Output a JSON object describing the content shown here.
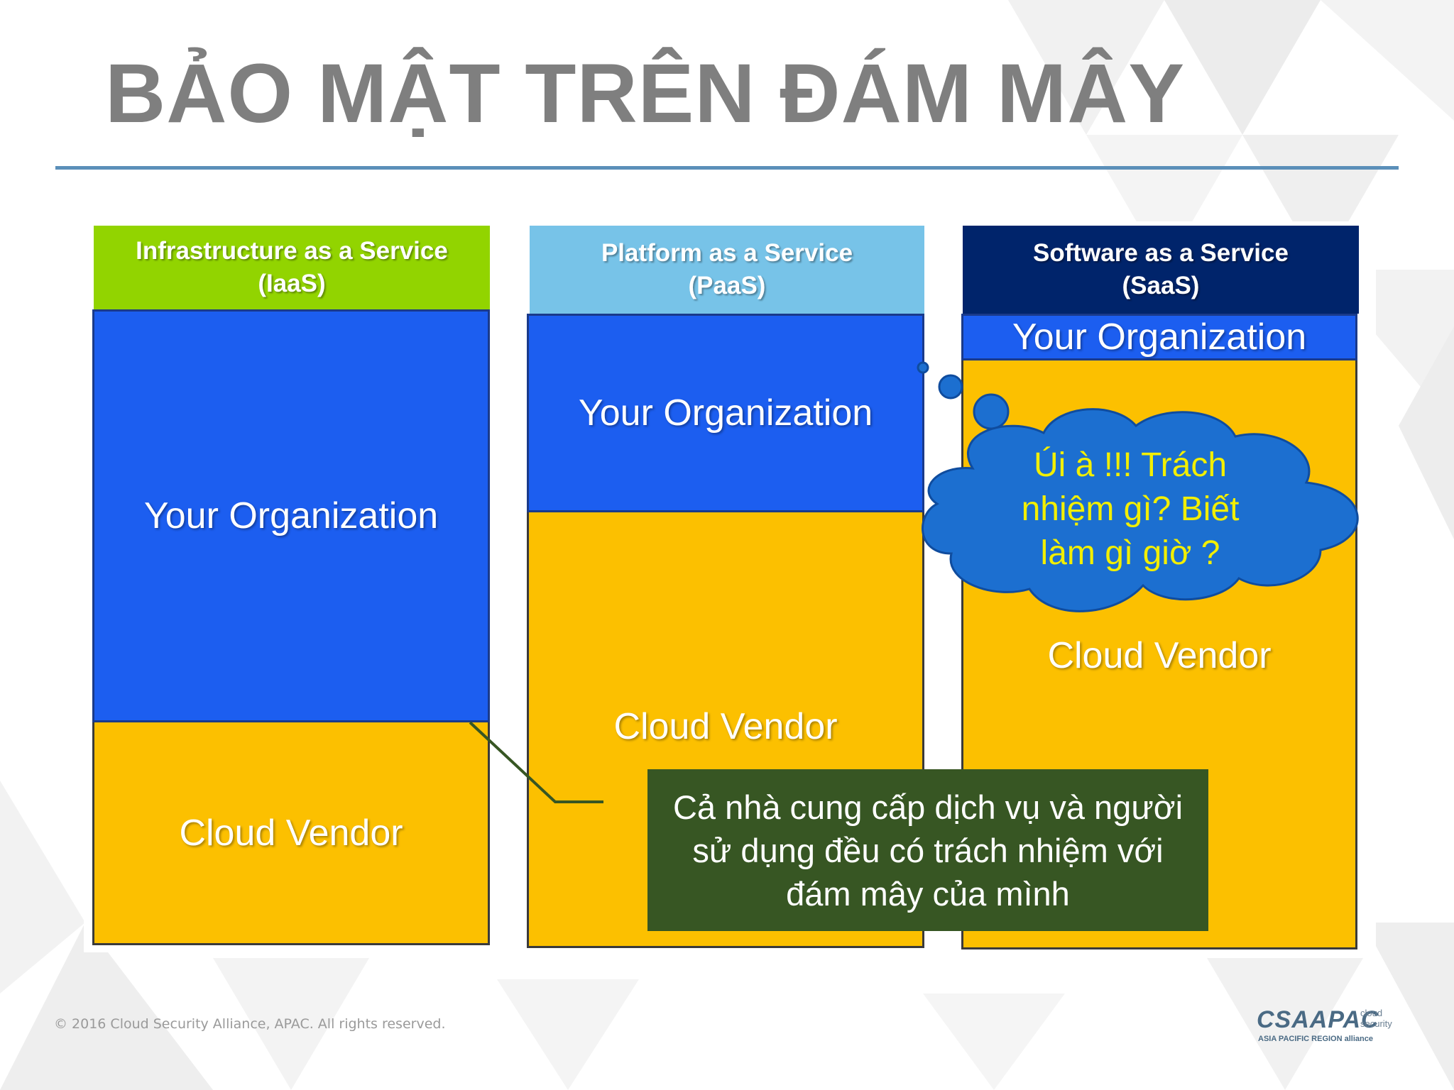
{
  "title": "BẢO MẬT TRÊN ĐÁM MÂY",
  "columns": [
    {
      "header_line1": "Infrastructure as a Service",
      "header_line2": "(IaaS)",
      "header_color": "#92d400",
      "org_label": "Your Organization",
      "vendor_label": "Cloud Vendor"
    },
    {
      "header_line1": "Platform as a Service",
      "header_line2": "(PaaS)",
      "header_color": "#77c3e8",
      "org_label": "Your Organization",
      "vendor_label": "Cloud Vendor"
    },
    {
      "header_line1": "Software as a Service",
      "header_line2": "(SaaS)",
      "header_color": "#00246b",
      "org_label": "Your Organization",
      "vendor_label": "Cloud Vendor"
    }
  ],
  "thought_bubble": {
    "line1": "Úi à !!! Trách",
    "line2": "nhiệm gì? Biết",
    "line3": "làm gì giờ ?",
    "fill_color": "#1c6fd0",
    "text_color": "#f2ef00"
  },
  "callout": {
    "text": "Cả nhà cung cấp dịch vụ và người sử dụng đều có trách nhiệm với đám mây của mình",
    "fill_color": "#375623"
  },
  "footer": "© 2016 Cloud Security Alliance, APAC. All rights reserved.",
  "logo": {
    "main": "CSAAPAC",
    "side_line1": "cloud",
    "side_line2": "security",
    "sub": "ASIA PACIFIC REGION alliance"
  }
}
